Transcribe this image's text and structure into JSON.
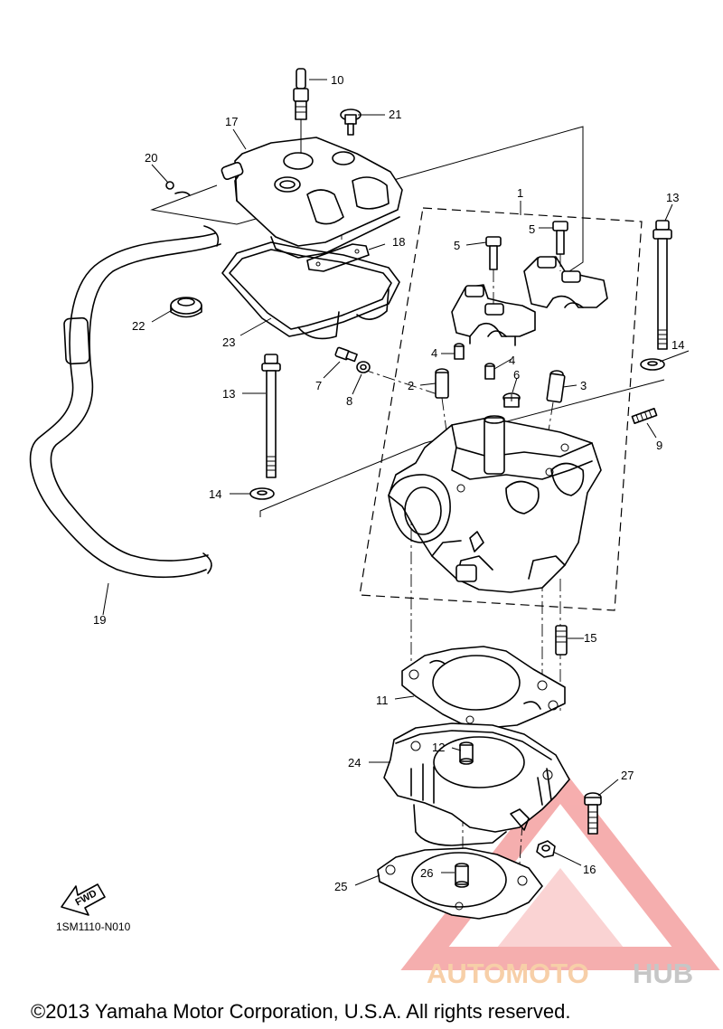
{
  "diagram": {
    "parts": [
      {
        "no": "1"
      },
      {
        "no": "2"
      },
      {
        "no": "3"
      },
      {
        "no": "4"
      },
      {
        "no": "4"
      },
      {
        "no": "5"
      },
      {
        "no": "5"
      },
      {
        "no": "6"
      },
      {
        "no": "7"
      },
      {
        "no": "8"
      },
      {
        "no": "9"
      },
      {
        "no": "10"
      },
      {
        "no": "11"
      },
      {
        "no": "12"
      },
      {
        "no": "13"
      },
      {
        "no": "13"
      },
      {
        "no": "14"
      },
      {
        "no": "14"
      },
      {
        "no": "15"
      },
      {
        "no": "16"
      },
      {
        "no": "17"
      },
      {
        "no": "18"
      },
      {
        "no": "19"
      },
      {
        "no": "20"
      },
      {
        "no": "21"
      },
      {
        "no": "22"
      },
      {
        "no": "23"
      },
      {
        "no": "24"
      },
      {
        "no": "25"
      },
      {
        "no": "26"
      },
      {
        "no": "27"
      }
    ],
    "fwd_label": "FWD",
    "diagram_code": "1SM1110-N010",
    "copyright": "©2013 Yamaha Motor Corporation, U.S.A. All rights reserved."
  },
  "watermark": {
    "text_left": "AUTOMOTO",
    "text_right": "HUB",
    "colors": {
      "triangle": "#f4a0a0",
      "left": "#f6c79a",
      "right": "#bdbdbd"
    }
  }
}
